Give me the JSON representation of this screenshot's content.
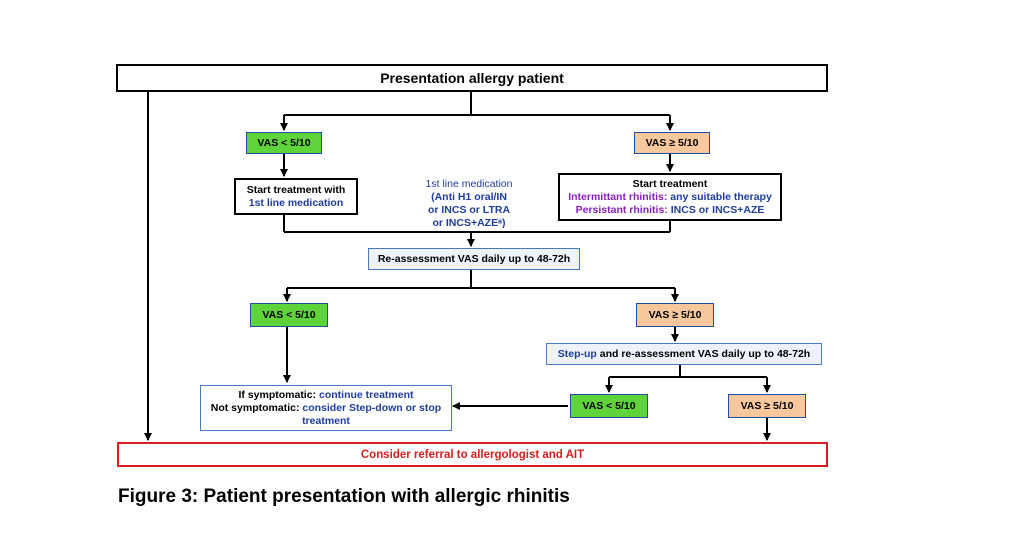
{
  "nodes": {
    "top": "Presentation allergy patient",
    "vas_low_1": "VAS < 5/10",
    "vas_high_1": "VAS ≥ 5/10",
    "start_1st_line": "Start treatment with",
    "start_1st_line_b": "1st line medication",
    "first_line_note": [
      "1st line medication",
      "(Anti H1 oral/IN",
      "or INCS or LTRA",
      "or INCS+AZEᵃ)"
    ],
    "start_treatment": "Start treatment",
    "intermittent_label": "Intermittant rhinitis:",
    "intermittent_value": " any suitable therapy",
    "persistent_label": "Persistant rhinitis:",
    "persistent_value": " INCS or INCS+AZE",
    "reassess": "Re-assessment VAS daily up to 48-72h",
    "vas_low_2": "VAS < 5/10",
    "vas_high_2": "VAS ≥ 5/10",
    "stepup_a": "Step-up",
    "stepup_b": " and  re-assessment VAS daily up to 48-72h",
    "if_symptomatic": "If symptomatic:",
    "continue_treatment": " continue treatment",
    "not_symptomatic": "Not symptomatic:",
    "consider_stepdown": " consider Step-down or stop",
    "treatment_word": "treatment",
    "vas_low_3": "VAS < 5/10",
    "vas_high_3": "VAS ≥ 5/10",
    "referral": "Consider referral to allergologist and AIT"
  },
  "caption": "Figure 3: Patient presentation with allergic rhinitis",
  "colors": {
    "green": "#5fd33a",
    "orange": "#f9c79c",
    "blue_text": "#1f3d9e",
    "purple_text": "#8a1fc0",
    "red": "#d81e1e"
  }
}
